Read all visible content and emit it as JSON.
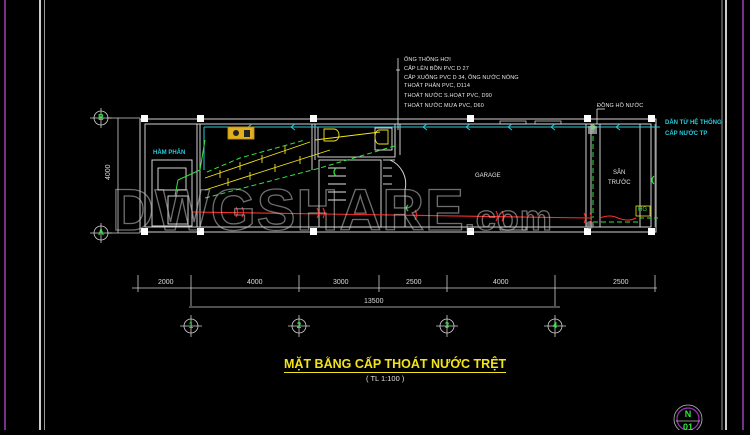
{
  "drawing": {
    "title": "MẶT BẰNG CẤP THOÁT NƯỚC TRỆT",
    "scale": "( TL 1:100 )",
    "north_marker": {
      "letter": "N",
      "sheet": "01"
    },
    "watermark": {
      "main": "DWGSHARE",
      "suffix": ".com"
    },
    "colors": {
      "background": "#000000",
      "walls": "#e6e6e6",
      "supply_pipe": "#27c9d8",
      "drain_pipe": "#33e040",
      "sewer_pipe": "#f2e31b",
      "rain_pipe": "#ff2a2a",
      "frame_purple": "#7a2f8a",
      "fixtures": "#e0b020"
    }
  },
  "notes": [
    "ỐNG THÔNG HƠI",
    "CẤP LÊN BỒN PVC D 27",
    "CẤP XUỐNG PVC D 34, ỐNG NƯỚC NÓNG",
    "THOÁT PHÂN PVC, D114",
    "THOÁT NƯỚC S.HOẠT PVC, D90",
    "THOÁT NƯỚC MƯA PVC, D60"
  ],
  "labels": {
    "meter": "ĐỒNG HỒ NƯỚC",
    "supply_line1": "DẪN TỪ HỆ THỐNG",
    "supply_line2": "CẤP NƯỚC TP",
    "septic": "HẦM PHÂN",
    "garage": "GARAGE",
    "yard_line1": "SÂN",
    "yard_line2": "TRƯỚC",
    "manhole": "HG"
  },
  "dimensions": {
    "vertical": "4000",
    "segments": [
      "2000",
      "4000",
      "3000",
      "2500",
      "4000",
      "2500"
    ],
    "total": "13500"
  },
  "axes": {
    "rows": [
      "B",
      "A"
    ],
    "columns": [
      "1",
      "2",
      "3",
      "4"
    ]
  }
}
